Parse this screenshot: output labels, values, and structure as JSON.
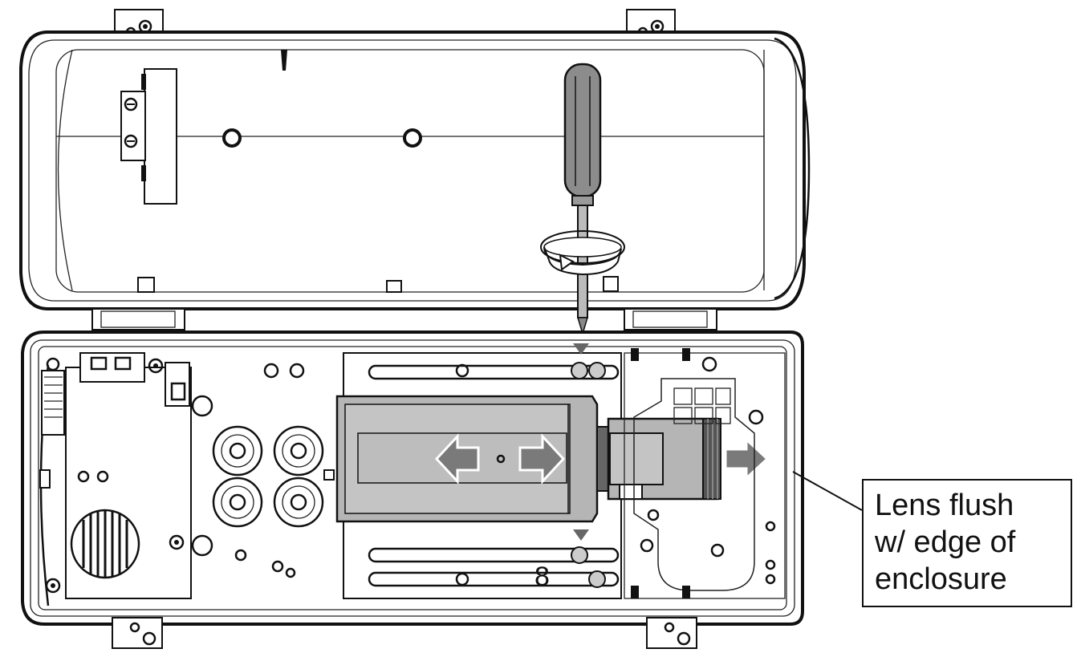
{
  "callout": {
    "lines": [
      "Lens flush",
      "w/ edge of",
      "enclosure"
    ]
  },
  "step_number": "8",
  "colors": {
    "line": "#111111",
    "camera_fill": "#b5b5b5",
    "camera_dark": "#8a8a8a",
    "arrow_fill": "#7a7a7a",
    "screwdriver_handle": "#8c8c8c",
    "marker": "#666666"
  },
  "icons": [
    "screwdriver-icon",
    "rotate-arrow-icon",
    "slide-arrow-icon",
    "position-marker-icon"
  ]
}
